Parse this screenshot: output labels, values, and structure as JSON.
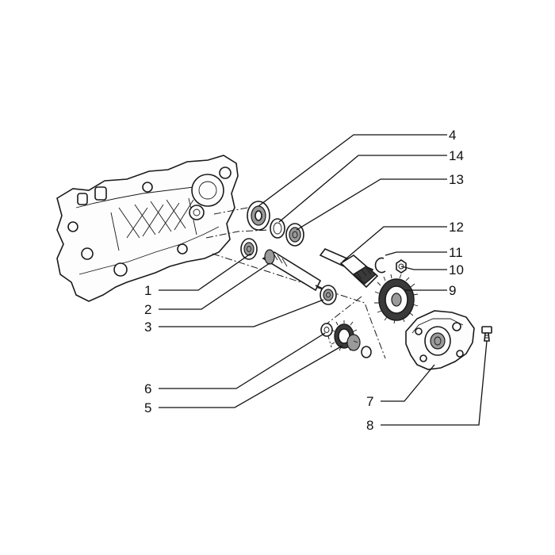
{
  "callouts": [
    {
      "id": "c4",
      "label": "4"
    },
    {
      "id": "c14",
      "label": "14"
    },
    {
      "id": "c13",
      "label": "13"
    },
    {
      "id": "c12",
      "label": "12"
    },
    {
      "id": "c11",
      "label": "11"
    },
    {
      "id": "c10",
      "label": "10"
    },
    {
      "id": "c9",
      "label": "9"
    },
    {
      "id": "c1",
      "label": "1"
    },
    {
      "id": "c2",
      "label": "2"
    },
    {
      "id": "c3",
      "label": "3"
    },
    {
      "id": "c6",
      "label": "6"
    },
    {
      "id": "c5",
      "label": "5"
    },
    {
      "id": "c7",
      "label": "7"
    },
    {
      "id": "c8",
      "label": "8"
    }
  ]
}
